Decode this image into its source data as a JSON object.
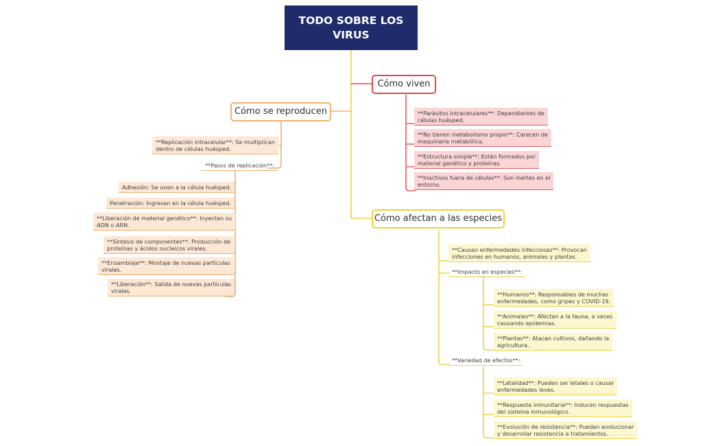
{
  "colors": {
    "root_bg": "#1f2b6b",
    "orange": "#f3b26a",
    "red": "#e0464a",
    "yellow": "#f2d235",
    "orange_fill": "#fde8d6",
    "red_fill": "#fbd4d6",
    "yellow_fill": "#fdf7cf"
  },
  "root": {
    "title": "TODO SOBRE LOS VIRUS"
  },
  "reproducen": {
    "label": "Cómo se reproducen",
    "replicacion": [
      "**Replicación intracelular**: Se multiplican",
      "dentro de células huésped."
    ],
    "pasos_label": "**Pasos de replicación**:",
    "pasos": [
      [
        "Adhesión: Se unen a la célula huésped."
      ],
      [
        "Penetración: Ingresan en la célula huésped."
      ],
      [
        "**Liberación de material genético**: Inyectan su",
        "ADN o ARN."
      ],
      [
        "**Síntesis de componentes**: Producción de",
        "proteínas y ácidos nucleicos virales."
      ],
      [
        "**Ensamblaje**: Montaje de nuevas partículas",
        "virales."
      ],
      [
        "**Liberación**: Salida de nuevas partículas",
        "virales."
      ]
    ]
  },
  "viven": {
    "label": "Cómo viven",
    "items": [
      [
        "**Parásitos intracelulares**: Dependientes de",
        "células huésped."
      ],
      [
        "**No tienen metabolismo propio**: Carecen de",
        "maquinaria metabólica."
      ],
      [
        "**Estructura simple**: Están formados por",
        "material genético y proteínas."
      ],
      [
        "**Inactivos fuera de células**: Son inertes en el",
        "entorno."
      ]
    ]
  },
  "afectan": {
    "label": "Cómo afectan a las especies",
    "causan": [
      "**Causan enfermedades infecciosas**: Provocan",
      "infecciones en humanos, animales y plantas."
    ],
    "impacto_label": "**Impacto en especies**:",
    "impacto": [
      [
        "**Humanos**: Responsables de muchas",
        "enfermedades, como gripes y COVID-19."
      ],
      [
        "**Animales**: Afectan a la fauna, a veces",
        "causando epidemias."
      ],
      [
        "**Plantas**: Atacan cultivos, dañando la",
        "agricultura."
      ]
    ],
    "variedad_label": "**Variedad de efectos**:",
    "variedad": [
      [
        "**Letalidad**: Pueden ser letales o causar",
        "enfermedades leves."
      ],
      [
        "**Respuesta inmunitaria**: Inducen respuestas",
        "del sistema inmunológico."
      ],
      [
        "**Evolución de resistencia**: Pueden evolucionar",
        "y desarrollar resistencia a tratamientos."
      ]
    ]
  }
}
